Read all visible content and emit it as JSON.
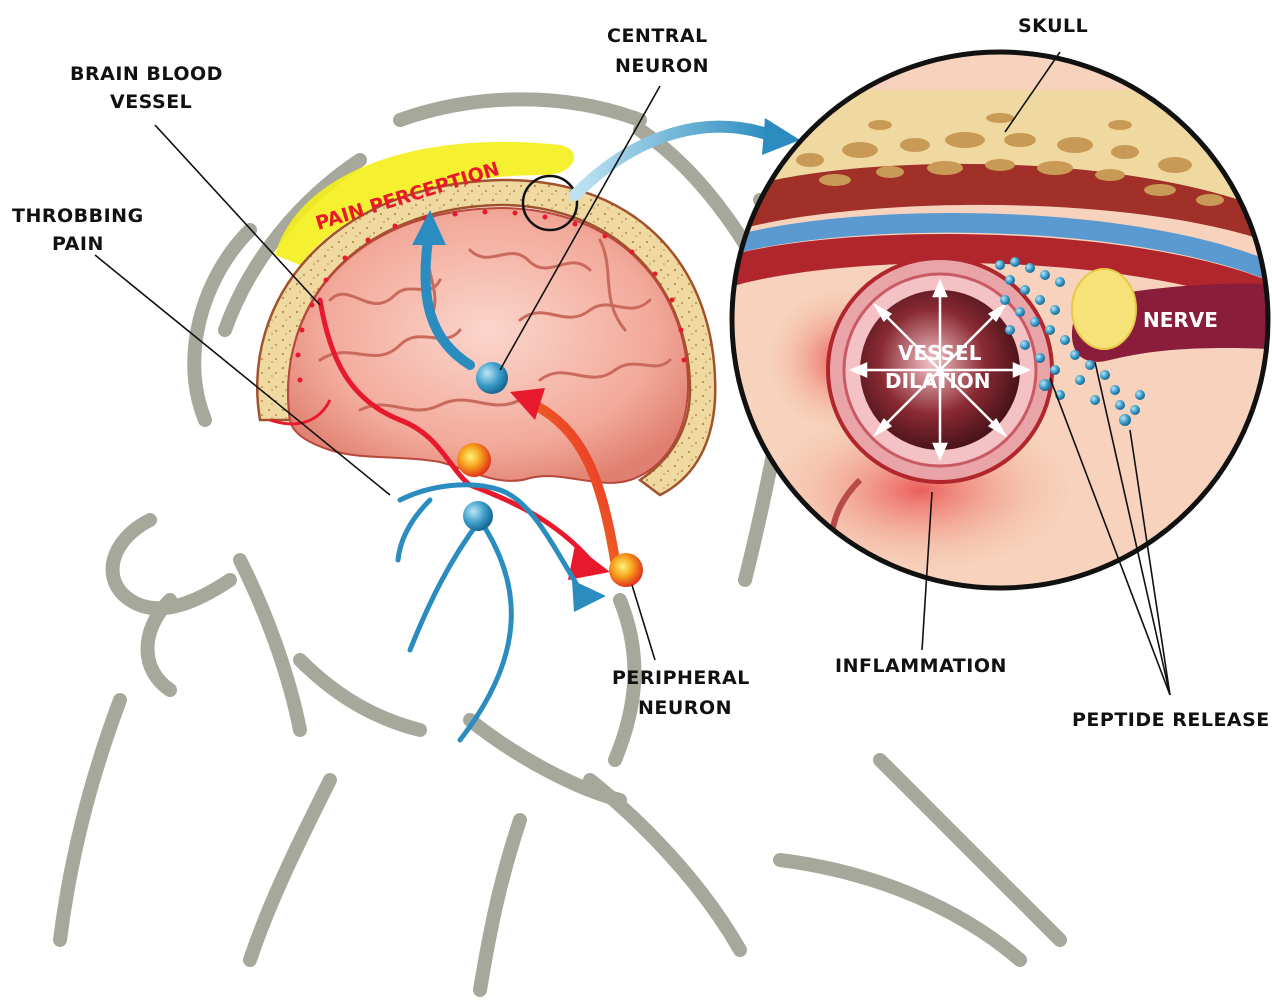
{
  "labels": {
    "skull": "SKULL",
    "central_neuron_1": "CENTRAL",
    "central_neuron_2": "NEURON",
    "brain_blood_vessel_1": "BRAIN BLOOD",
    "brain_blood_vessel_2": "VESSEL",
    "throbbing_pain_1": "THROBBING",
    "throbbing_pain_2": "PAIN",
    "pain_perception": "PAIN PERCEPTION",
    "nerve": "NERVE",
    "vessel_dilation_1": "VESSEL",
    "vessel_dilation_2": "DILATION",
    "peripheral_neuron_1": "PERIPHERAL",
    "peripheral_neuron_2": "NEURON",
    "inflammation": "INFLAMMATION",
    "peptide_release": "PEPTIDE RELEASE"
  },
  "colors": {
    "outline_gray": "#a7a89c",
    "skull_tan": "#f0d9a0",
    "brain_pink": "#f2a99a",
    "vessel_red": "#e8192c",
    "nerve_blue": "#2b8cbf",
    "highlight_yellow": "#f4ef1b",
    "neuron_orange": "#f39a1d"
  }
}
